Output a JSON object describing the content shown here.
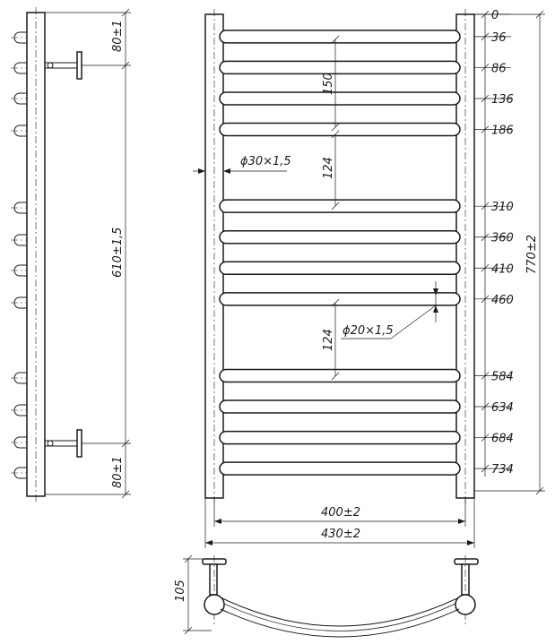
{
  "drawing": {
    "side_view": {
      "top_mount": "80±1",
      "span": "610±1,5",
      "bottom_mount": "80±1"
    },
    "front_view": {
      "pipe": "ϕ30×1,5",
      "rung_pipe": "ϕ20×1,5",
      "spacing_upper": "150",
      "gap_upper": "124",
      "gap_lower": "124",
      "height_total": "770±2",
      "width_inner": "400±2",
      "width_outer": "430±2"
    },
    "ticks": [
      "0",
      "36",
      "86",
      "136",
      "186",
      "310",
      "360",
      "410",
      "460",
      "584",
      "634",
      "684",
      "734"
    ],
    "top_view": {
      "depth": "105"
    }
  }
}
